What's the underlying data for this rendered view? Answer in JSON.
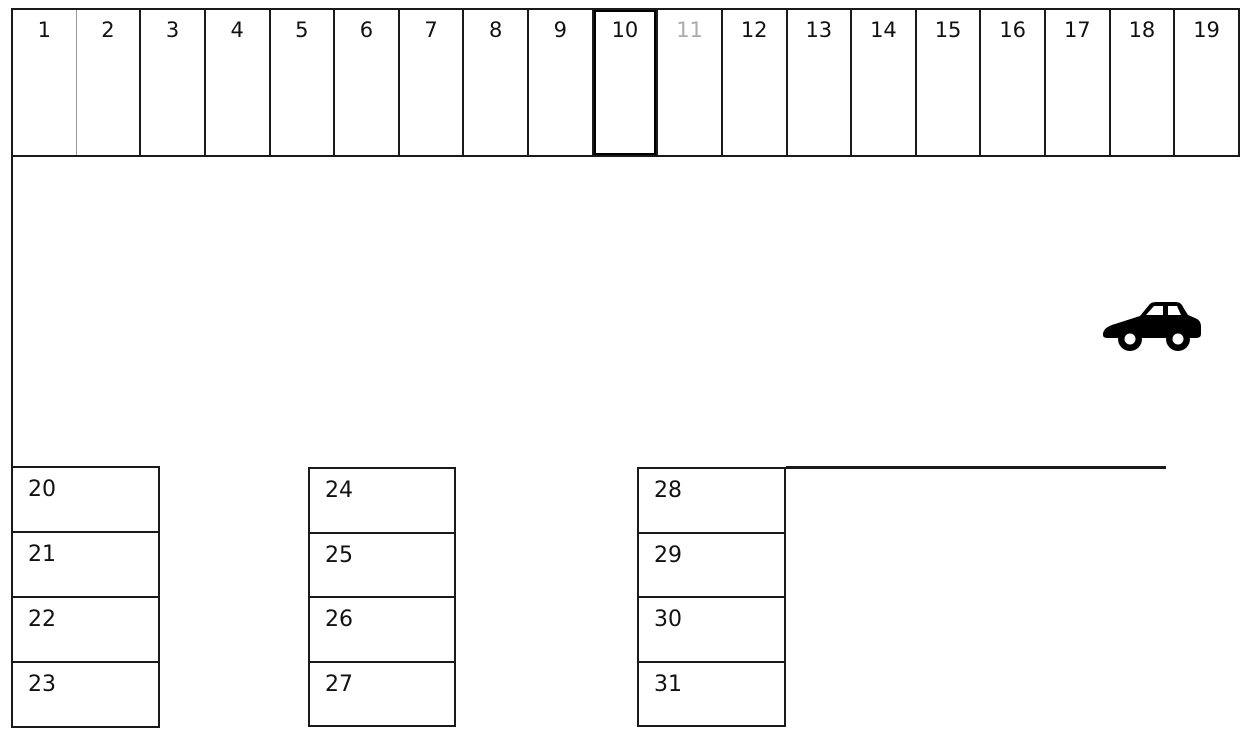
{
  "top_row": {
    "spaces": [
      {
        "label": "1"
      },
      {
        "label": "2"
      },
      {
        "label": "3"
      },
      {
        "label": "4"
      },
      {
        "label": "5"
      },
      {
        "label": "6"
      },
      {
        "label": "7"
      },
      {
        "label": "8"
      },
      {
        "label": "9"
      },
      {
        "label": "10"
      },
      {
        "label": "11"
      },
      {
        "label": "12"
      },
      {
        "label": "13"
      },
      {
        "label": "14"
      },
      {
        "label": "15"
      },
      {
        "label": "16"
      },
      {
        "label": "17"
      },
      {
        "label": "18"
      },
      {
        "label": "19"
      }
    ],
    "selected_space": "10",
    "dimmed_space": "11"
  },
  "groups": {
    "left": {
      "spaces": [
        {
          "label": "20"
        },
        {
          "label": "21"
        },
        {
          "label": "22"
        },
        {
          "label": "23"
        }
      ]
    },
    "middle": {
      "spaces": [
        {
          "label": "24"
        },
        {
          "label": "25"
        },
        {
          "label": "26"
        },
        {
          "label": "27"
        }
      ]
    },
    "right": {
      "spaces": [
        {
          "label": "28"
        },
        {
          "label": "29"
        },
        {
          "label": "30"
        },
        {
          "label": "31"
        }
      ]
    }
  },
  "icons": {
    "car": "car-icon"
  },
  "colors": {
    "line": "#1a1a1a",
    "text": "#111111",
    "dimmed_text": "#ababab",
    "car": "#000000",
    "background": "#ffffff"
  }
}
